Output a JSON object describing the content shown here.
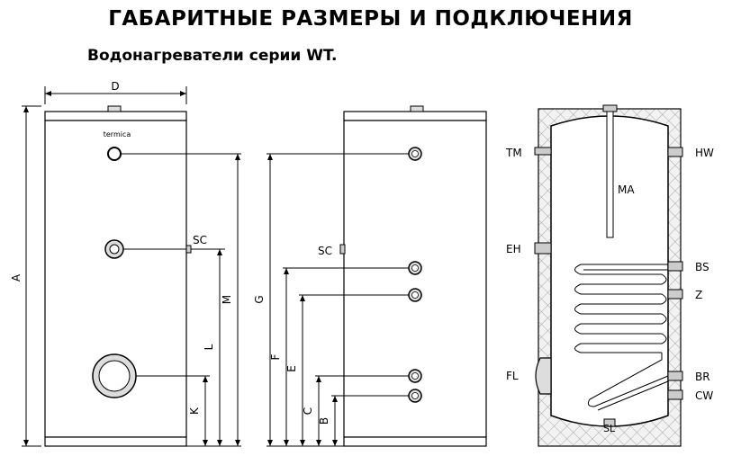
{
  "title": "ГАБАРИТНЫЕ РАЗМЕРЫ И ПОДКЛЮЧЕНИЯ",
  "subtitle": "Водонагреватели серии WT.",
  "front_view": {
    "logo": "termica",
    "dim_D": "D",
    "dim_A": "A",
    "dim_M": "M",
    "dim_L": "L",
    "dim_K": "K",
    "port_SC": "SC"
  },
  "side_view": {
    "dim_G": "G",
    "dim_F": "F",
    "dim_E": "E",
    "dim_C": "C",
    "dim_B": "B",
    "port_SC": "SC"
  },
  "section_view": {
    "TM": "TM",
    "HW": "HW",
    "MA": "MA",
    "EH": "EH",
    "BS": "BS",
    "Z": "Z",
    "FL": "FL",
    "BR": "BR",
    "CW": "CW",
    "SL": "SL"
  },
  "colors": {
    "line": "#000000",
    "insulation": "#e8e8e8",
    "fitting": "#cfcfcf"
  }
}
